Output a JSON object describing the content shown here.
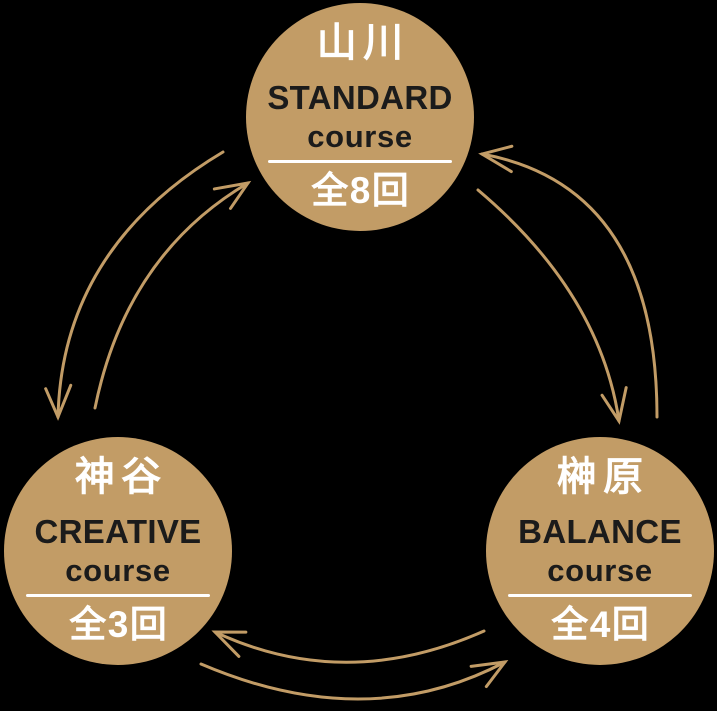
{
  "colors": {
    "background": "#000000",
    "accent": "#C29C66",
    "text_dark": "#1B1B1B",
    "text_light": "#FFFFFF"
  },
  "diagram": {
    "description": "cycle-of-three-courses",
    "nodes": [
      {
        "id": "standard",
        "name": "山川",
        "course": "STANDARD",
        "course_word": "course",
        "sessions": "全8回"
      },
      {
        "id": "creative",
        "name": "神谷",
        "course": "CREATIVE",
        "course_word": "course",
        "sessions": "全3回"
      },
      {
        "id": "balance",
        "name": "榊原",
        "course": "BALANCE",
        "course_word": "course",
        "sessions": "全4回"
      }
    ],
    "arrows": [
      {
        "from": "standard",
        "to": "creative"
      },
      {
        "from": "creative",
        "to": "standard"
      },
      {
        "from": "balance",
        "to": "standard"
      },
      {
        "from": "standard",
        "to": "balance"
      },
      {
        "from": "balance",
        "to": "creative"
      },
      {
        "from": "creative",
        "to": "balance"
      }
    ]
  }
}
